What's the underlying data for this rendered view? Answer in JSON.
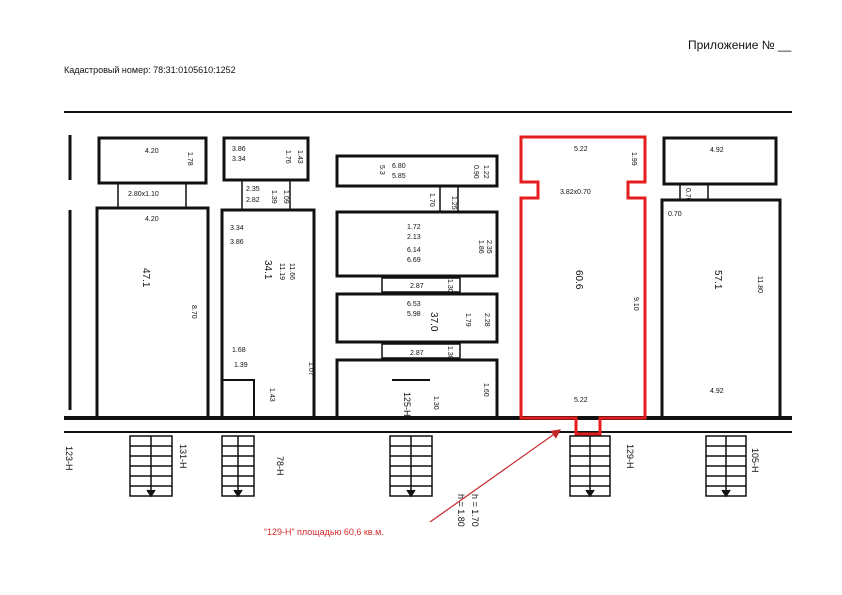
{
  "header": {
    "appendix": "Приложение № __",
    "cadastral": "Кадастровый номер: 78:31:0105610:1252"
  },
  "units": {
    "u1": {
      "top_w": "4.20",
      "top_h": "1.78",
      "pass": "2.80x1.10",
      "main_w": "4.20",
      "area": "47.1",
      "h": "8.70"
    },
    "u2": {
      "a": "3.86",
      "b": "3.34",
      "c": "1.76",
      "d": "1.43",
      "e": "2.35",
      "f": "2.82",
      "g": "1.09",
      "h": "1.39",
      "i": "3.34",
      "j": "3.86",
      "k": "11.19",
      "l": "11.66",
      "area": "34.1",
      "m": "1.68",
      "n": "1.39",
      "o": "1.07",
      "p": "1.43"
    },
    "u3": {
      "a": "6.80",
      "b": "5.85",
      "c": "1.22",
      "d": "0.90",
      "e": "5.3",
      "f": "1.70",
      "g": "1.25",
      "h": "1.72",
      "i": "2.13",
      "j": "6.14",
      "k": "6.69",
      "l": "1.86",
      "m": "2.35",
      "n": "2.87",
      "o": "1.30",
      "p": "6.53",
      "q": "5.98",
      "area": "37.0",
      "r": "2.28",
      "s": "1.79",
      "t": "2.87",
      "u": "1.30",
      "v": "1.60",
      "w": "1.30"
    },
    "u4": {
      "top_w": "5.22",
      "top_h": "1.99",
      "pass": "3.82x0.70",
      "area": "60.6",
      "h": "9.10",
      "bottom_w": "5.22"
    },
    "u5": {
      "top_w": "4.92",
      "a": "0.70",
      "b": "0.70",
      "area": "57.1",
      "h": "11.80",
      "bottom_w": "4.92"
    }
  },
  "labels": {
    "l123": "123-Н",
    "l131": "131-Н",
    "l78": "78-Н",
    "l125": "125-Н",
    "h1": "h = 1.70",
    "h2": "h = 1.80",
    "l129": "129-Н",
    "l105": "105-Н"
  },
  "callout": "“129-Н” площадью 60,6 кв.м.",
  "colors": {
    "highlight": "#e41e1e",
    "callout_text": "#d42a2a",
    "arrow": "#c62828"
  }
}
